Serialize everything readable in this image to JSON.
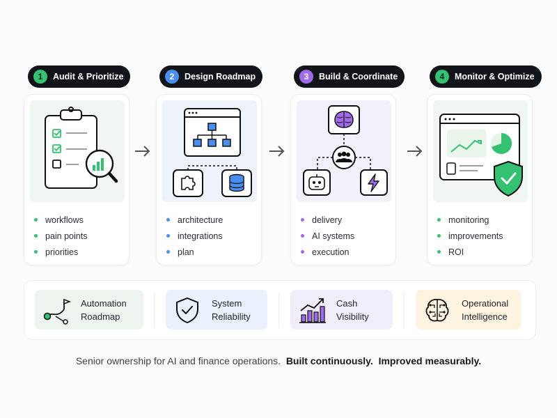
{
  "steps": [
    {
      "num": "1",
      "label": "Audit & Prioritize",
      "bullets": [
        "workflows",
        "pain points",
        "priorities"
      ],
      "color": "#34c172",
      "pane": "#f2f6f3"
    },
    {
      "num": "2",
      "label": "Design Roadmap",
      "bullets": [
        "architecture",
        "integrations",
        "plan"
      ],
      "color": "#4a8ff0",
      "pane": "#eef2fb"
    },
    {
      "num": "3",
      "label": "Build & Coordinate",
      "bullets": [
        "delivery",
        "AI systems",
        "execution"
      ],
      "color": "#a06be8",
      "pane": "#f4f0fb"
    },
    {
      "num": "4",
      "label": "Monitor & Optimize",
      "bullets": [
        "monitoring",
        "improvements",
        "ROI"
      ],
      "color": "#34c172",
      "pane": "#f2f6f3"
    }
  ],
  "outcomes": [
    {
      "label": "Automation\nRoadmap",
      "bg": "#eef5ef",
      "icon": "route-icon"
    },
    {
      "label": "System\nReliability",
      "bg": "#eaf1fc",
      "icon": "shield-check-icon"
    },
    {
      "label": "Cash\nVisibility",
      "bg": "#f1edfb",
      "icon": "rising-bars-icon"
    },
    {
      "label": "Operational\nIntelligence",
      "bg": "#fdf3e1",
      "icon": "brain-circuit-icon"
    }
  ],
  "footer": {
    "text": "Senior ownership for AI and finance operations.",
    "bold1": "Built continuously.",
    "bold2": "Improved measurably."
  }
}
